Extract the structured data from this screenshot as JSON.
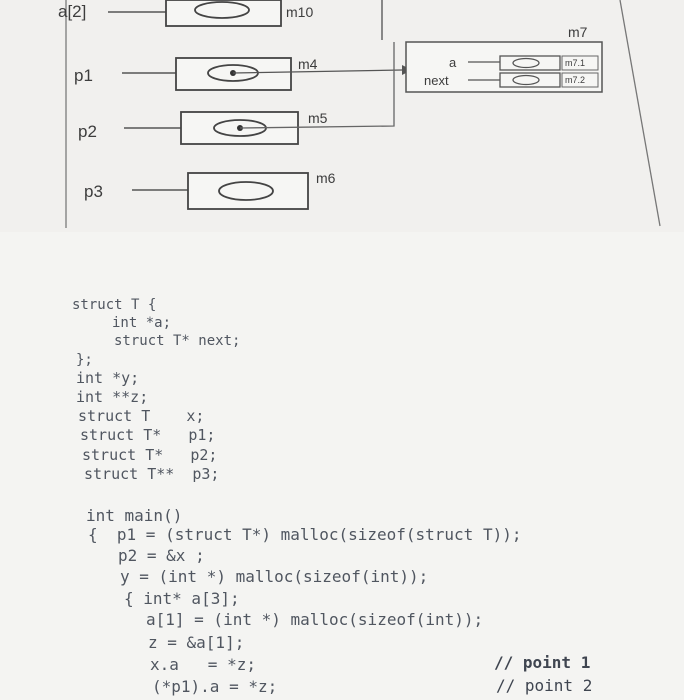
{
  "diagram": {
    "var_labels": {
      "a2": "a[2]",
      "p1": "p1",
      "p2": "p2",
      "p3": "p3"
    },
    "mem_labels": {
      "m10": "m10",
      "m4": "m4",
      "m5": "m5",
      "m6": "m6",
      "m7": "m7"
    },
    "struct_fields": {
      "a": "a",
      "next": "next"
    },
    "struct_cells": {
      "m7_1": "m7.1",
      "m7_2": "m7.2"
    }
  },
  "code": {
    "lines": [
      "struct T {",
      "int *a;",
      "struct T* next;",
      "};",
      "int *y;",
      "int **z;",
      "struct T    x;",
      "struct T*   p1;",
      "struct T*   p2;",
      "struct T**  p3;",
      "int main()",
      "{  p1 = (struct T*) malloc(sizeof(struct T));",
      "p2 = &x ;",
      "y = (int *) malloc(sizeof(int));",
      "{ int* a[3];",
      "a[1] = (int *) malloc(sizeof(int));",
      "z = &a[1];",
      "x.a   = *z;",
      "(*p1).a = *z;"
    ],
    "comments": [
      "// point 1",
      "// point 2"
    ]
  }
}
